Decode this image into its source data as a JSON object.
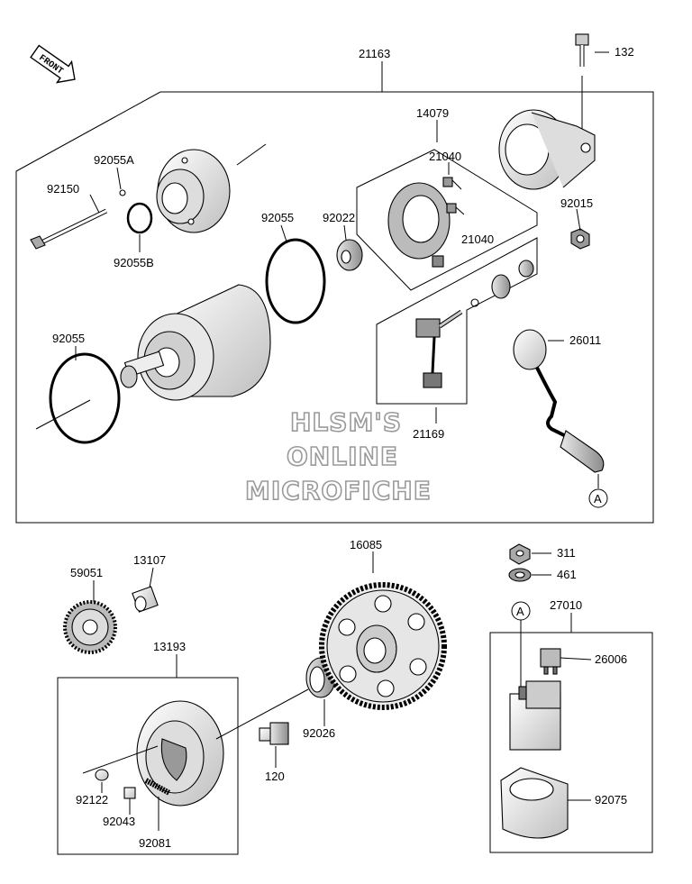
{
  "diagram": {
    "front_label": "FRONT",
    "watermark": [
      "HLSM'S",
      "ONLINE",
      "MICROFICHE"
    ],
    "labels": {
      "21163": "21163",
      "132": "132",
      "14079": "14079",
      "21040a": "21040",
      "21040b": "21040",
      "92015": "92015",
      "92055A": "92055A",
      "92150": "92150",
      "92055B": "92055B",
      "92055top": "92055",
      "92022": "92022",
      "92055left": "92055",
      "26011": "26011",
      "21169": "21169",
      "A1": "A",
      "16085": "16085",
      "311": "311",
      "461": "461",
      "59051": "59051",
      "13107": "13107",
      "27010": "27010",
      "A2": "A",
      "13193": "13193",
      "26006": "26006",
      "92026": "92026",
      "120": "120",
      "92075": "92075",
      "92122": "92122",
      "92043": "92043",
      "92081": "92081"
    }
  }
}
